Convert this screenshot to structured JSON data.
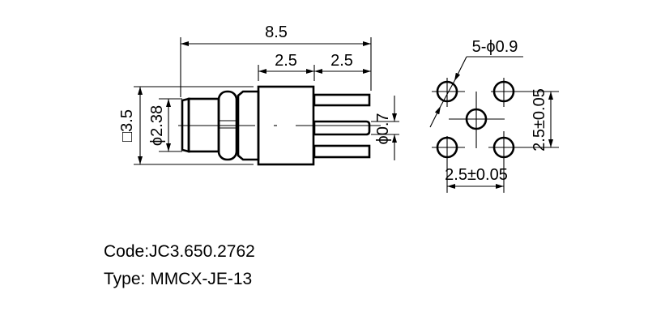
{
  "drawing": {
    "side_view": {
      "overall_length": "8.5",
      "body_length": "2.5",
      "pin_length": "2.5",
      "square_size": "3.5",
      "square_symbol": "□",
      "diameter_body": "2.38",
      "diameter_pin": "0.7",
      "diameter_symbol": "ϕ"
    },
    "footprint": {
      "holes_label": "5-ϕ0.9",
      "pitch_x": "2.5±0.05",
      "pitch_y": "2.5±0.05"
    }
  },
  "caption": {
    "code": "Code:JC3.650.2762",
    "type": "Type: MMCX-JE-13"
  }
}
